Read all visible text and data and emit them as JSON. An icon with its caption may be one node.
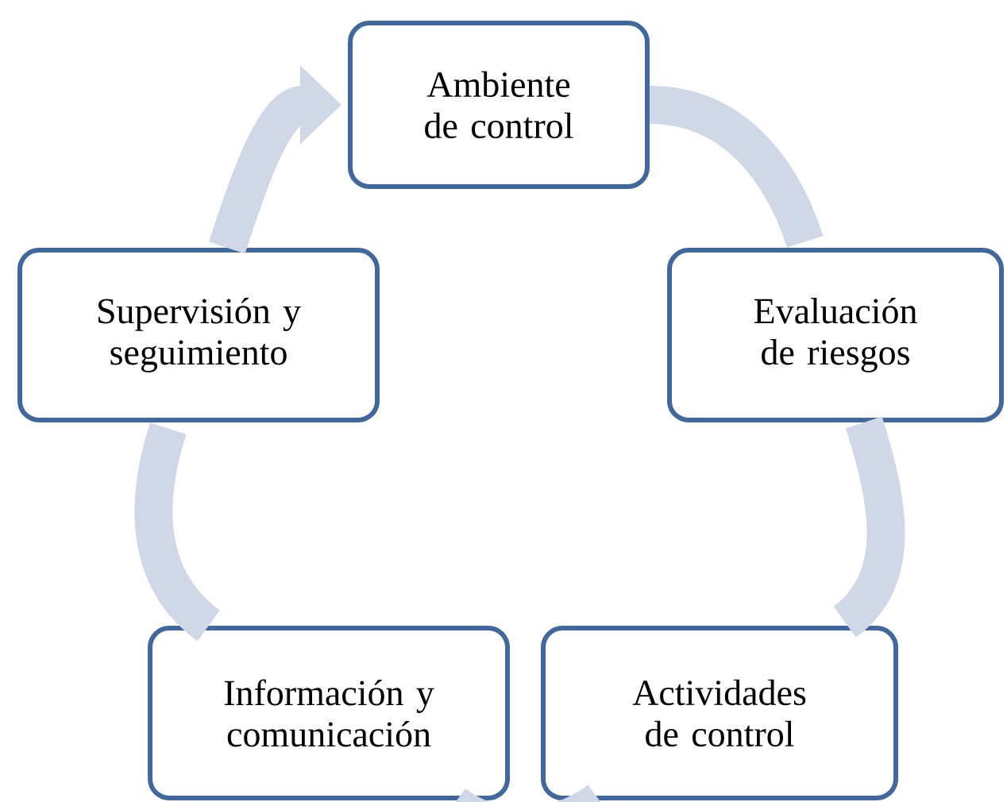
{
  "diagram": {
    "nodes": [
      {
        "text": [
          "Ambiente de control"
        ]
      },
      {
        "text": [
          "Evaluación de riesgos"
        ]
      },
      {
        "text": [
          "Actividades de control"
        ]
      },
      {
        "text": [
          "Información y comunicación"
        ]
      },
      {
        "text": [
          "Supervisión y seguimiento"
        ]
      }
    ],
    "edges": [
      {
        "from": 0,
        "to": 1,
        "arrow": "none"
      },
      {
        "from": 1,
        "to": 2,
        "arrow": "none"
      },
      {
        "from": 2,
        "to": 3,
        "arrow": "none"
      },
      {
        "from": 3,
        "to": 4,
        "arrow": "none"
      },
      {
        "from": 4,
        "to": 0,
        "arrow": "to"
      }
    ]
  }
}
